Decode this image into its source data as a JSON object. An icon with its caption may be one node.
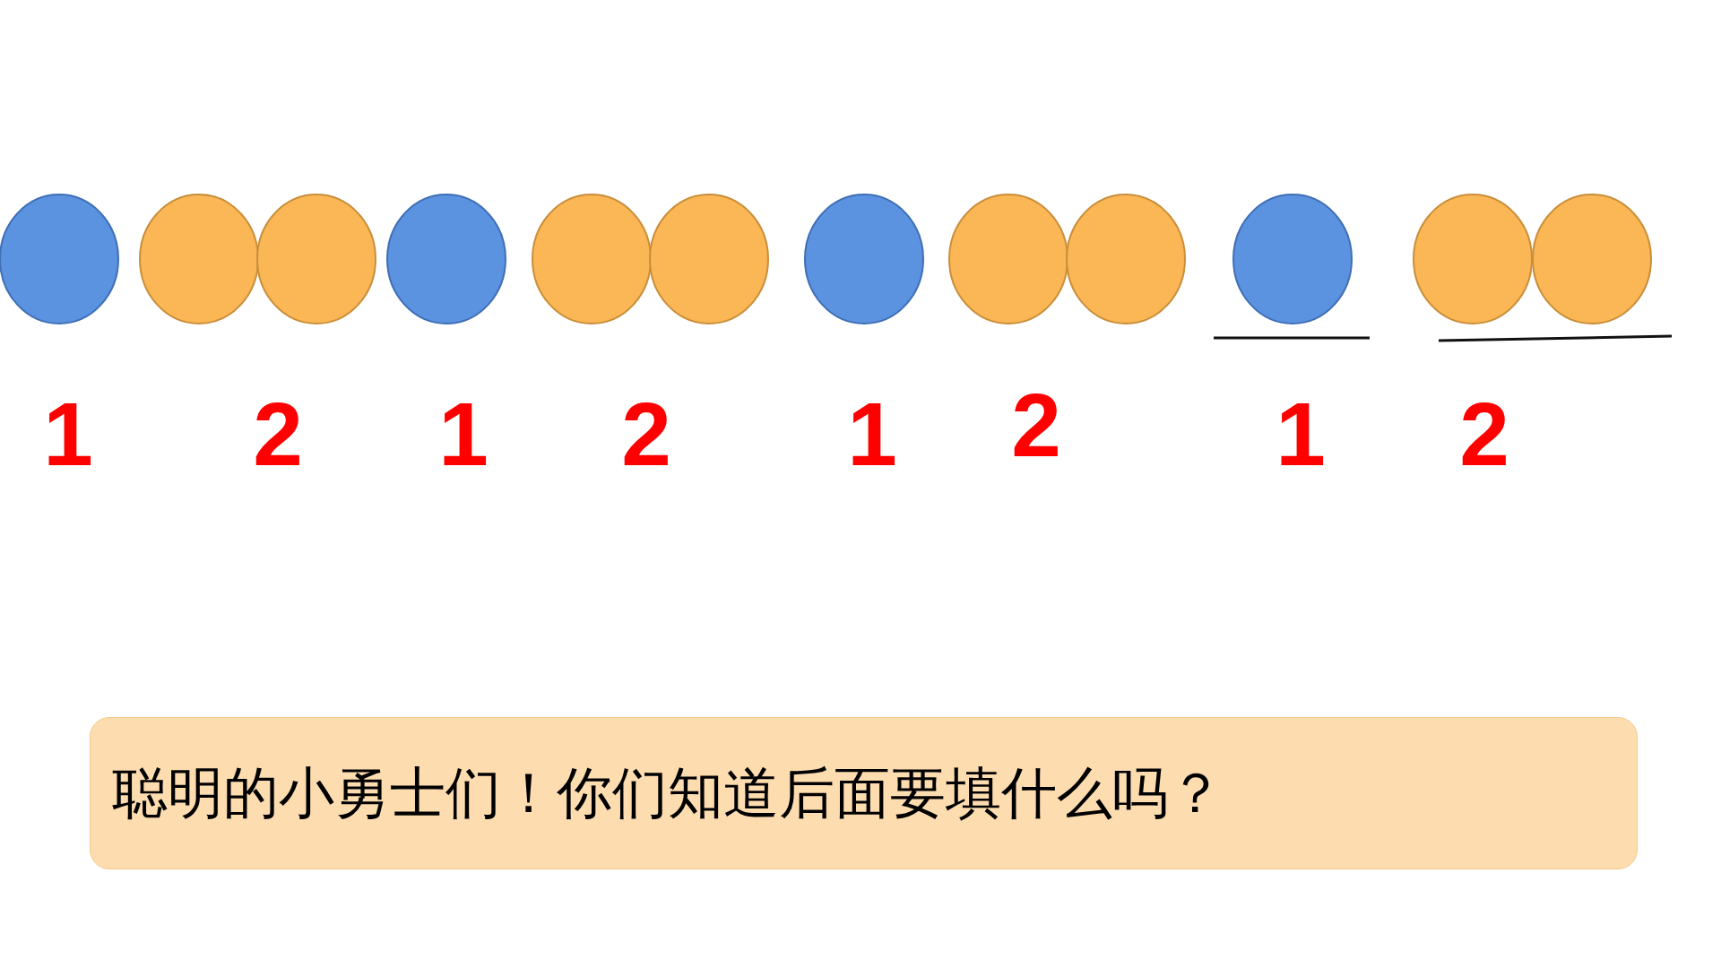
{
  "diagram": {
    "nodes": [
      {
        "text": [],
        "shape": "circle"
      },
      {
        "text": [],
        "shape": "circle"
      },
      {
        "text": [],
        "shape": "circle"
      },
      {
        "text": [],
        "shape": "circle"
      },
      {
        "text": [],
        "shape": "circle"
      },
      {
        "text": [],
        "shape": "circle"
      },
      {
        "text": [],
        "shape": "circle"
      },
      {
        "text": [],
        "shape": "circle"
      },
      {
        "text": [],
        "shape": "circle"
      },
      {
        "text": [],
        "shape": "circle"
      },
      {
        "text": [],
        "shape": "circle"
      },
      {
        "text": [],
        "shape": "circle"
      },
      {
        "text": [
          "聪明的小勇士们！你们知道后面要填什么吗？"
        ]
      }
    ],
    "labels": [
      "1",
      "2",
      "1",
      "2",
      "1",
      "2",
      "1",
      "2"
    ]
  }
}
